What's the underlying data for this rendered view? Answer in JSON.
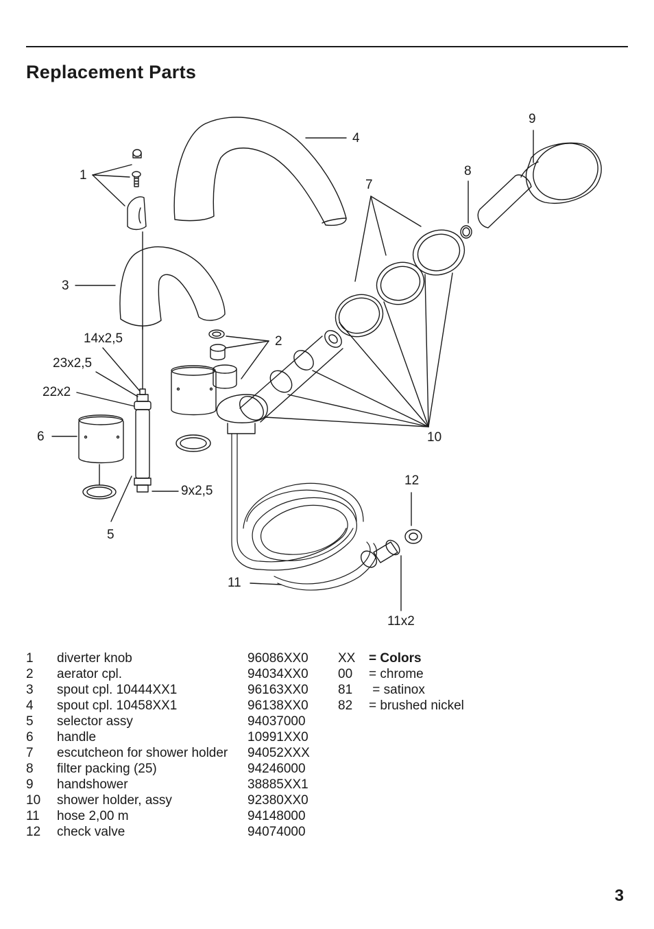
{
  "page": {
    "title": "Replacement  Parts",
    "page_number": "3"
  },
  "callouts": {
    "c1": "1",
    "c2": "2",
    "c3": "3",
    "c4": "4",
    "c5": "5",
    "c6": "6",
    "c7": "7",
    "c8": "8",
    "c9": "9",
    "c10": "10",
    "c11": "11",
    "c12": "12",
    "c14x25": "14x2,5",
    "c23x25": "23x2,5",
    "c22x2": "22x2",
    "c9x25": "9x2,5",
    "c11x2": "11x2"
  },
  "parts": [
    {
      "no": "1",
      "desc": "diverter knob",
      "code": "96086XX0"
    },
    {
      "no": "2",
      "desc": "aerator cpl.",
      "code": "94034XX0"
    },
    {
      "no": "3",
      "desc": "spout cpl. 10444XX1",
      "code": "96163XX0"
    },
    {
      "no": "4",
      "desc": "spout cpl. 10458XX1",
      "code": "96138XX0"
    },
    {
      "no": "5",
      "desc": "selector assy",
      "code": "94037000"
    },
    {
      "no": "6",
      "desc": "handle",
      "code": "10991XX0"
    },
    {
      "no": "7",
      "desc": "escutcheon for shower holder",
      "code": "94052XXX"
    },
    {
      "no": "8",
      "desc": "filter packing (25)",
      "code": "94246000"
    },
    {
      "no": "9",
      "desc": "handshower",
      "code": "38885XX1"
    },
    {
      "no": "10",
      "desc": "shower holder, assy",
      "code": "92380XX0"
    },
    {
      "no": "11",
      "desc": "hose 2,00 m",
      "code": "94148000"
    },
    {
      "no": "12",
      "desc": "check valve",
      "code": "94074000"
    }
  ],
  "colors": {
    "header_key": "XX",
    "header_label": "=  Colors",
    "rows": [
      {
        "code": "00",
        "label": "= chrome"
      },
      {
        "code": "81",
        "label": " = satinox"
      },
      {
        "code": "82",
        "label": "= brushed nickel"
      }
    ]
  }
}
